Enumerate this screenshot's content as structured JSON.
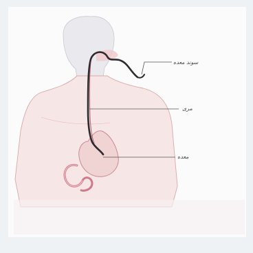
{
  "figure": {
    "labels": {
      "tube": "سوند معده",
      "esophagus": "مری",
      "stomach": "معده"
    },
    "colors": {
      "background": "#eef2f5",
      "panel": "#fbfbfb",
      "body_outline": "#d9a9a9",
      "body_fill": "#f7e6e6",
      "head_fill": "#e9e9ee",
      "tube": "#2e2a2e",
      "tube_highlight": "#8f2b3a",
      "stomach_fill": "#f0d3d3",
      "intestine": "#d07a8a",
      "leader_line": "#555555"
    }
  }
}
